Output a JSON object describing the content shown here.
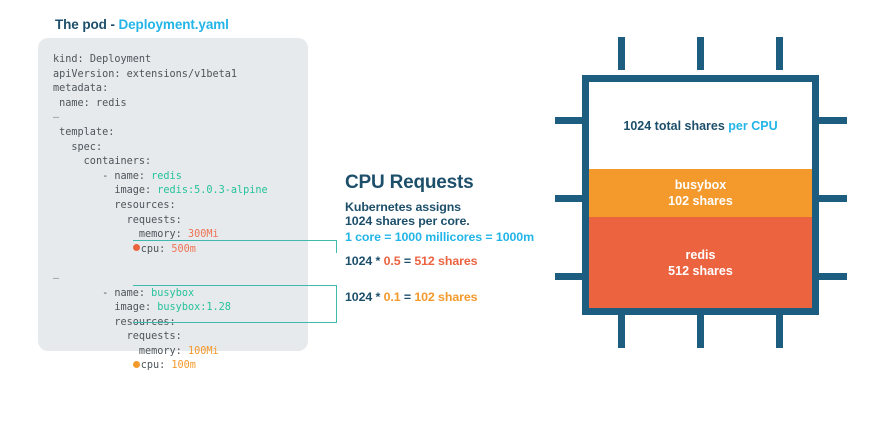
{
  "yaml_panel": {
    "title_prefix": "The pod -",
    "title_file": "Deployment.yaml",
    "lines": [
      {
        "indent": 0,
        "key": "kind: ",
        "value": "Deployment",
        "value_color": "plain"
      },
      {
        "indent": 0,
        "key": "apiVersion: ",
        "value": "extensions/v1beta1",
        "value_color": "plain"
      },
      {
        "indent": 0,
        "key": "metadata:",
        "value": "",
        "value_color": "plain"
      },
      {
        "indent": 1,
        "key": "name: ",
        "value": "redis",
        "value_color": "plain"
      },
      {
        "indent": 0,
        "key": "—",
        "value": "",
        "value_color": "dash"
      },
      {
        "indent": 1,
        "key": "template:",
        "value": "",
        "value_color": "plain"
      },
      {
        "indent": 3,
        "key": "spec:",
        "value": "",
        "value_color": "plain"
      },
      {
        "indent": 5,
        "key": "containers:",
        "value": "",
        "value_color": "plain"
      },
      {
        "indent": 8,
        "key": "- name: ",
        "value": "redis",
        "value_color": "teal"
      },
      {
        "indent": 10,
        "key": "image: ",
        "value": "redis:5.0.3-alpine",
        "value_color": "teal"
      },
      {
        "indent": 10,
        "key": "resources:",
        "value": "",
        "value_color": "plain"
      },
      {
        "indent": 12,
        "key": "requests:",
        "value": "",
        "value_color": "plain"
      },
      {
        "indent": 14,
        "key": "memory: ",
        "value": "300Mi",
        "value_color": "coral"
      },
      {
        "indent": 13,
        "key": "cpu: ",
        "value": "500m",
        "value_color": "coral",
        "dot": "coral"
      },
      {
        "indent": 0,
        "key": "",
        "value": "",
        "value_color": "plain"
      },
      {
        "indent": 0,
        "key": "—",
        "value": "",
        "value_color": "dash"
      },
      {
        "indent": 8,
        "key": "- name: ",
        "value": "busybox",
        "value_color": "teal"
      },
      {
        "indent": 10,
        "key": "image: ",
        "value": "busybox:1.28",
        "value_color": "teal"
      },
      {
        "indent": 10,
        "key": "resources:",
        "value": "",
        "value_color": "plain"
      },
      {
        "indent": 12,
        "key": "requests:",
        "value": "",
        "value_color": "plain"
      },
      {
        "indent": 14,
        "key": "memory: ",
        "value": "100Mi",
        "value_color": "orange"
      },
      {
        "indent": 13,
        "key": "cpu: ",
        "value": "100m",
        "value_color": "orange",
        "dot": "orange"
      }
    ]
  },
  "cpu_requests": {
    "heading": "CPU Requests",
    "line1": "Kubernetes assigns",
    "line2": "1024 shares per core.",
    "line3": "1 core = 1000 millicores = 1000m",
    "calc_redis": {
      "base": "1024 * ",
      "factor": "0.5",
      "equals": " = ",
      "result": "512 shares"
    },
    "calc_busybox": {
      "base": "1024 * ",
      "factor": "0.1",
      "equals": " = ",
      "result": "102 shares"
    }
  },
  "chip": {
    "total_label_prefix": "1024 total shares ",
    "total_label_suffix": "per CPU",
    "busybox_name": "busybox",
    "busybox_shares": "102 shares",
    "redis_name": "redis",
    "redis_shares": "512 shares"
  },
  "colors": {
    "navy": "#1d4f6b",
    "chip_border": "#1d5d80",
    "cyan": "#23b5e8",
    "teal": "#25c29c",
    "bracket_teal": "#3fb9ad",
    "coral": "#ec6340",
    "orange": "#f4992b",
    "code_bg": "#e7eaec"
  }
}
